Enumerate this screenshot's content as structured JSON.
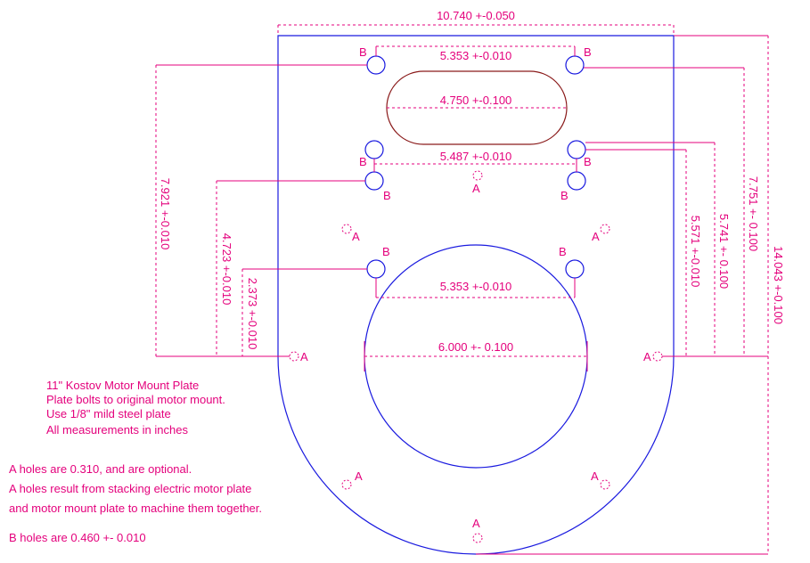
{
  "dimensions": {
    "overall_width": "10.740 +-0.050",
    "top_b_spacing": "5.353 +-0.010",
    "slot_length": "4.750 +-0.100",
    "mid_b_spacing": "5.487 +-0.010",
    "low_b_spacing": "5.353 +-0.010",
    "circle_diameter": "6.000 +- 0.100",
    "left_7921": "7.921 +-0.010",
    "left_4723": "4.723 +-0.010",
    "left_2373": "2.373 +-0.010",
    "right_5571": "5.571 +-0.010",
    "right_5741": "5.741 +- 0.100",
    "right_7751": "7.751 +- 0.100",
    "right_14043": "14.043 +-0.100"
  },
  "hole_labels": {
    "a": "A",
    "b": "B"
  },
  "notes": {
    "title_lines": [
      "11\" Kostov Motor Mount Plate",
      "Plate bolts to original motor mount.",
      "Use 1/8\" mild steel plate",
      "All measurements in inches"
    ],
    "a_hole_lines": [
      "A holes are 0.310, and are optional.",
      "A holes result from stacking electric motor plate",
      "and motor mount plate to machine them together."
    ],
    "b_hole_line": "B holes are 0.460 +- 0.010"
  }
}
